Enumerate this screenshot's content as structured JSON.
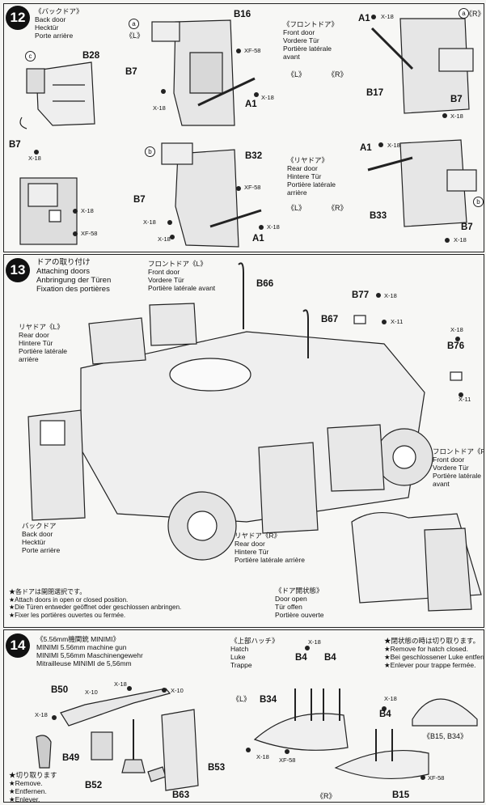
{
  "step12": {
    "number": "12",
    "back_door": [
      "《バックドア》",
      "Back door",
      "Hecktür",
      "Porte arrière"
    ],
    "front_door": [
      "《フロントドア》",
      "Front door",
      "Vordere Tür",
      "Portière latérale",
      "avant"
    ],
    "rear_door": [
      "《リヤドア》",
      "Rear door",
      "Hintere Tür",
      "Portière latérale",
      "arrière"
    ],
    "lr_front": [
      "《L》",
      "《R》"
    ],
    "lr_rear": [
      "《L》",
      "《R》"
    ],
    "parts": [
      "B28",
      "B7",
      "B16",
      "B7",
      "A1",
      "B17",
      "B7",
      "A1",
      "B32",
      "B7",
      "A1",
      "B33",
      "B7",
      "A1"
    ],
    "markers": {
      "a": "a",
      "c": "c",
      "b": "b",
      "a_R": "《R》"
    },
    "screws": {
      "x18": "X-18",
      "xf58": "XF-58"
    },
    "side_L": "《L》"
  },
  "step13": {
    "number": "13",
    "title": [
      "ドアの取り付け",
      "Attaching doors",
      "Anbringung der Türen",
      "Fixation des portières"
    ],
    "front_door_L": [
      "フロントドア《L》",
      "Front door",
      "Vordere Tür",
      "Portière latérale avant"
    ],
    "rear_door_L": [
      "リヤドア《L》",
      "Rear door",
      "Hintere Tür",
      "Portière latérale",
      "arrière"
    ],
    "front_door_R": [
      "フロントドア《R》",
      "Front door",
      "Vordere Tür",
      "Portière latérale",
      "avant"
    ],
    "rear_door_R": [
      "リヤドア《R》",
      "Rear door",
      "Hintere Tür",
      "Portière latérale arrière"
    ],
    "back_door": [
      "バックドア",
      "Back door",
      "Hecktür",
      "Porte arrière"
    ],
    "door_open": [
      "《ドア開状態》",
      "Door open",
      "Tür offen",
      "Portière ouverte"
    ],
    "note": [
      "★各ドアは開閉選択です。",
      "★Attach doors in open or closed position.",
      "★Die Türen entweder geöffnet oder geschlossen anbringen.",
      "★Fixer les portières ouvertes ou fermée."
    ],
    "parts": [
      "B66",
      "B67",
      "B77",
      "B76"
    ],
    "screws": [
      "X-18",
      "X-11",
      "X-18",
      "X-11"
    ]
  },
  "step14": {
    "number": "14",
    "minimi": [
      "《5.56mm機関銃 MINIMI》",
      "MINIMI 5.56mm machine gun",
      "MINIMI 5,56mm Maschinengewehr",
      "Mitrailleuse MINIMI de 5,56mm"
    ],
    "hatch": [
      "《上部ハッチ》",
      "Hatch",
      "Luke",
      "Trappe"
    ],
    "remove_note": [
      "★閉状態の時は切り取ります。",
      "★Remove for hatch closed.",
      "★Bei geschlossener Luke entfernen.",
      "★Enlever pour trappe fermée."
    ],
    "cut_note": [
      "★切り取ります",
      "★Remove.",
      "★Entfernen.",
      "★Enlever."
    ],
    "parts": [
      "B50",
      "B49",
      "B52",
      "B63",
      "B53",
      "B4",
      "B4",
      "B34",
      "B4",
      "B15"
    ],
    "lr": [
      "《L》",
      "《R》"
    ],
    "detail": "《B15, B34》",
    "screws": [
      "X-10",
      "X-18",
      "X-10",
      "X-18",
      "X-18",
      "X-18",
      "XF-58",
      "X-18",
      "XF-58"
    ]
  }
}
